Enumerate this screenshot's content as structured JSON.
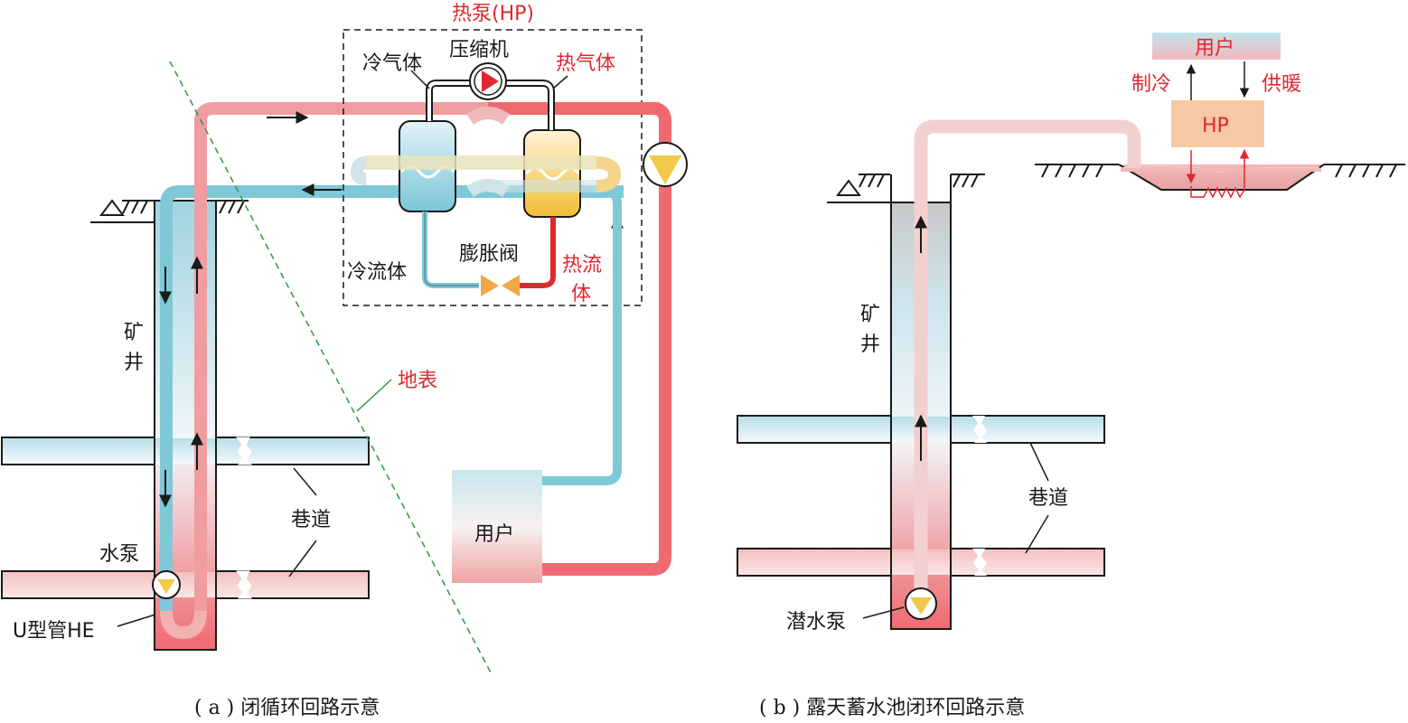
{
  "panel_a": {
    "heat_pump": "热泵(HP)",
    "compressor": "压缩机",
    "cold_gas": "冷气体",
    "hot_gas": "热气体",
    "cold_fluid": "冷流体",
    "expansion_valve": "膨胀阀",
    "hot_fluid_1": "热流",
    "hot_fluid_2": "体",
    "ground_surface": "地表",
    "shaft_1": "矿",
    "shaft_2": "井",
    "roadway": "巷道",
    "water_pump": "水泵",
    "u_tube": "U型管HE",
    "user": "用户",
    "caption": "( a ) 闭循环回路示意"
  },
  "panel_b": {
    "user": "用户",
    "cooling": "制冷",
    "heating": "供暖",
    "hp": "HP",
    "shaft_1": "矿",
    "shaft_2": "井",
    "roadway": "巷道",
    "submersible_pump": "潜水泵",
    "caption": "( b ) 露天蓄水池闭环回路示意"
  },
  "colors": {
    "hot": "#e8636a",
    "cold": "#7ec8d8",
    "dashed_line": "#2a9a3a",
    "label_red": "#e0272f"
  }
}
